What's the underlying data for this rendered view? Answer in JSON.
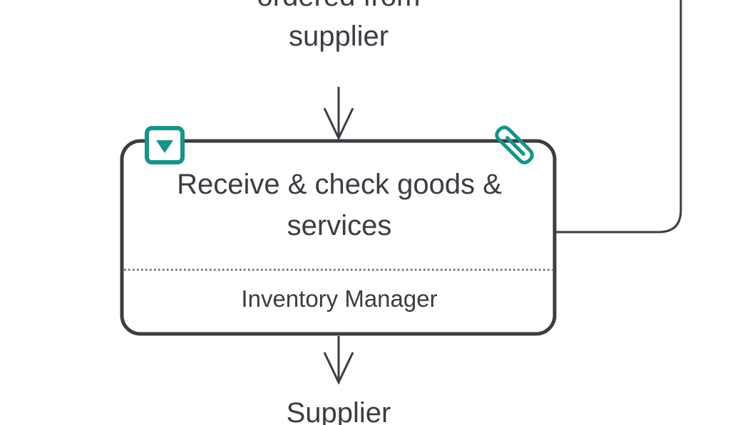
{
  "diagram": {
    "prev_step_label_line1": "ordered from",
    "prev_step_label_line2": "supplier",
    "activity": {
      "title_line1": "Receive & check goods &",
      "title_line2": "services",
      "role": "Inventory Manager"
    },
    "next_step_label": "Supplier"
  },
  "colors": {
    "stroke": "#3c3c44",
    "accent": "#15948a",
    "text": "#3c3c44"
  },
  "icons": {
    "dropdown": "dropdown-triangle-icon",
    "attachment": "paperclip-icon"
  }
}
